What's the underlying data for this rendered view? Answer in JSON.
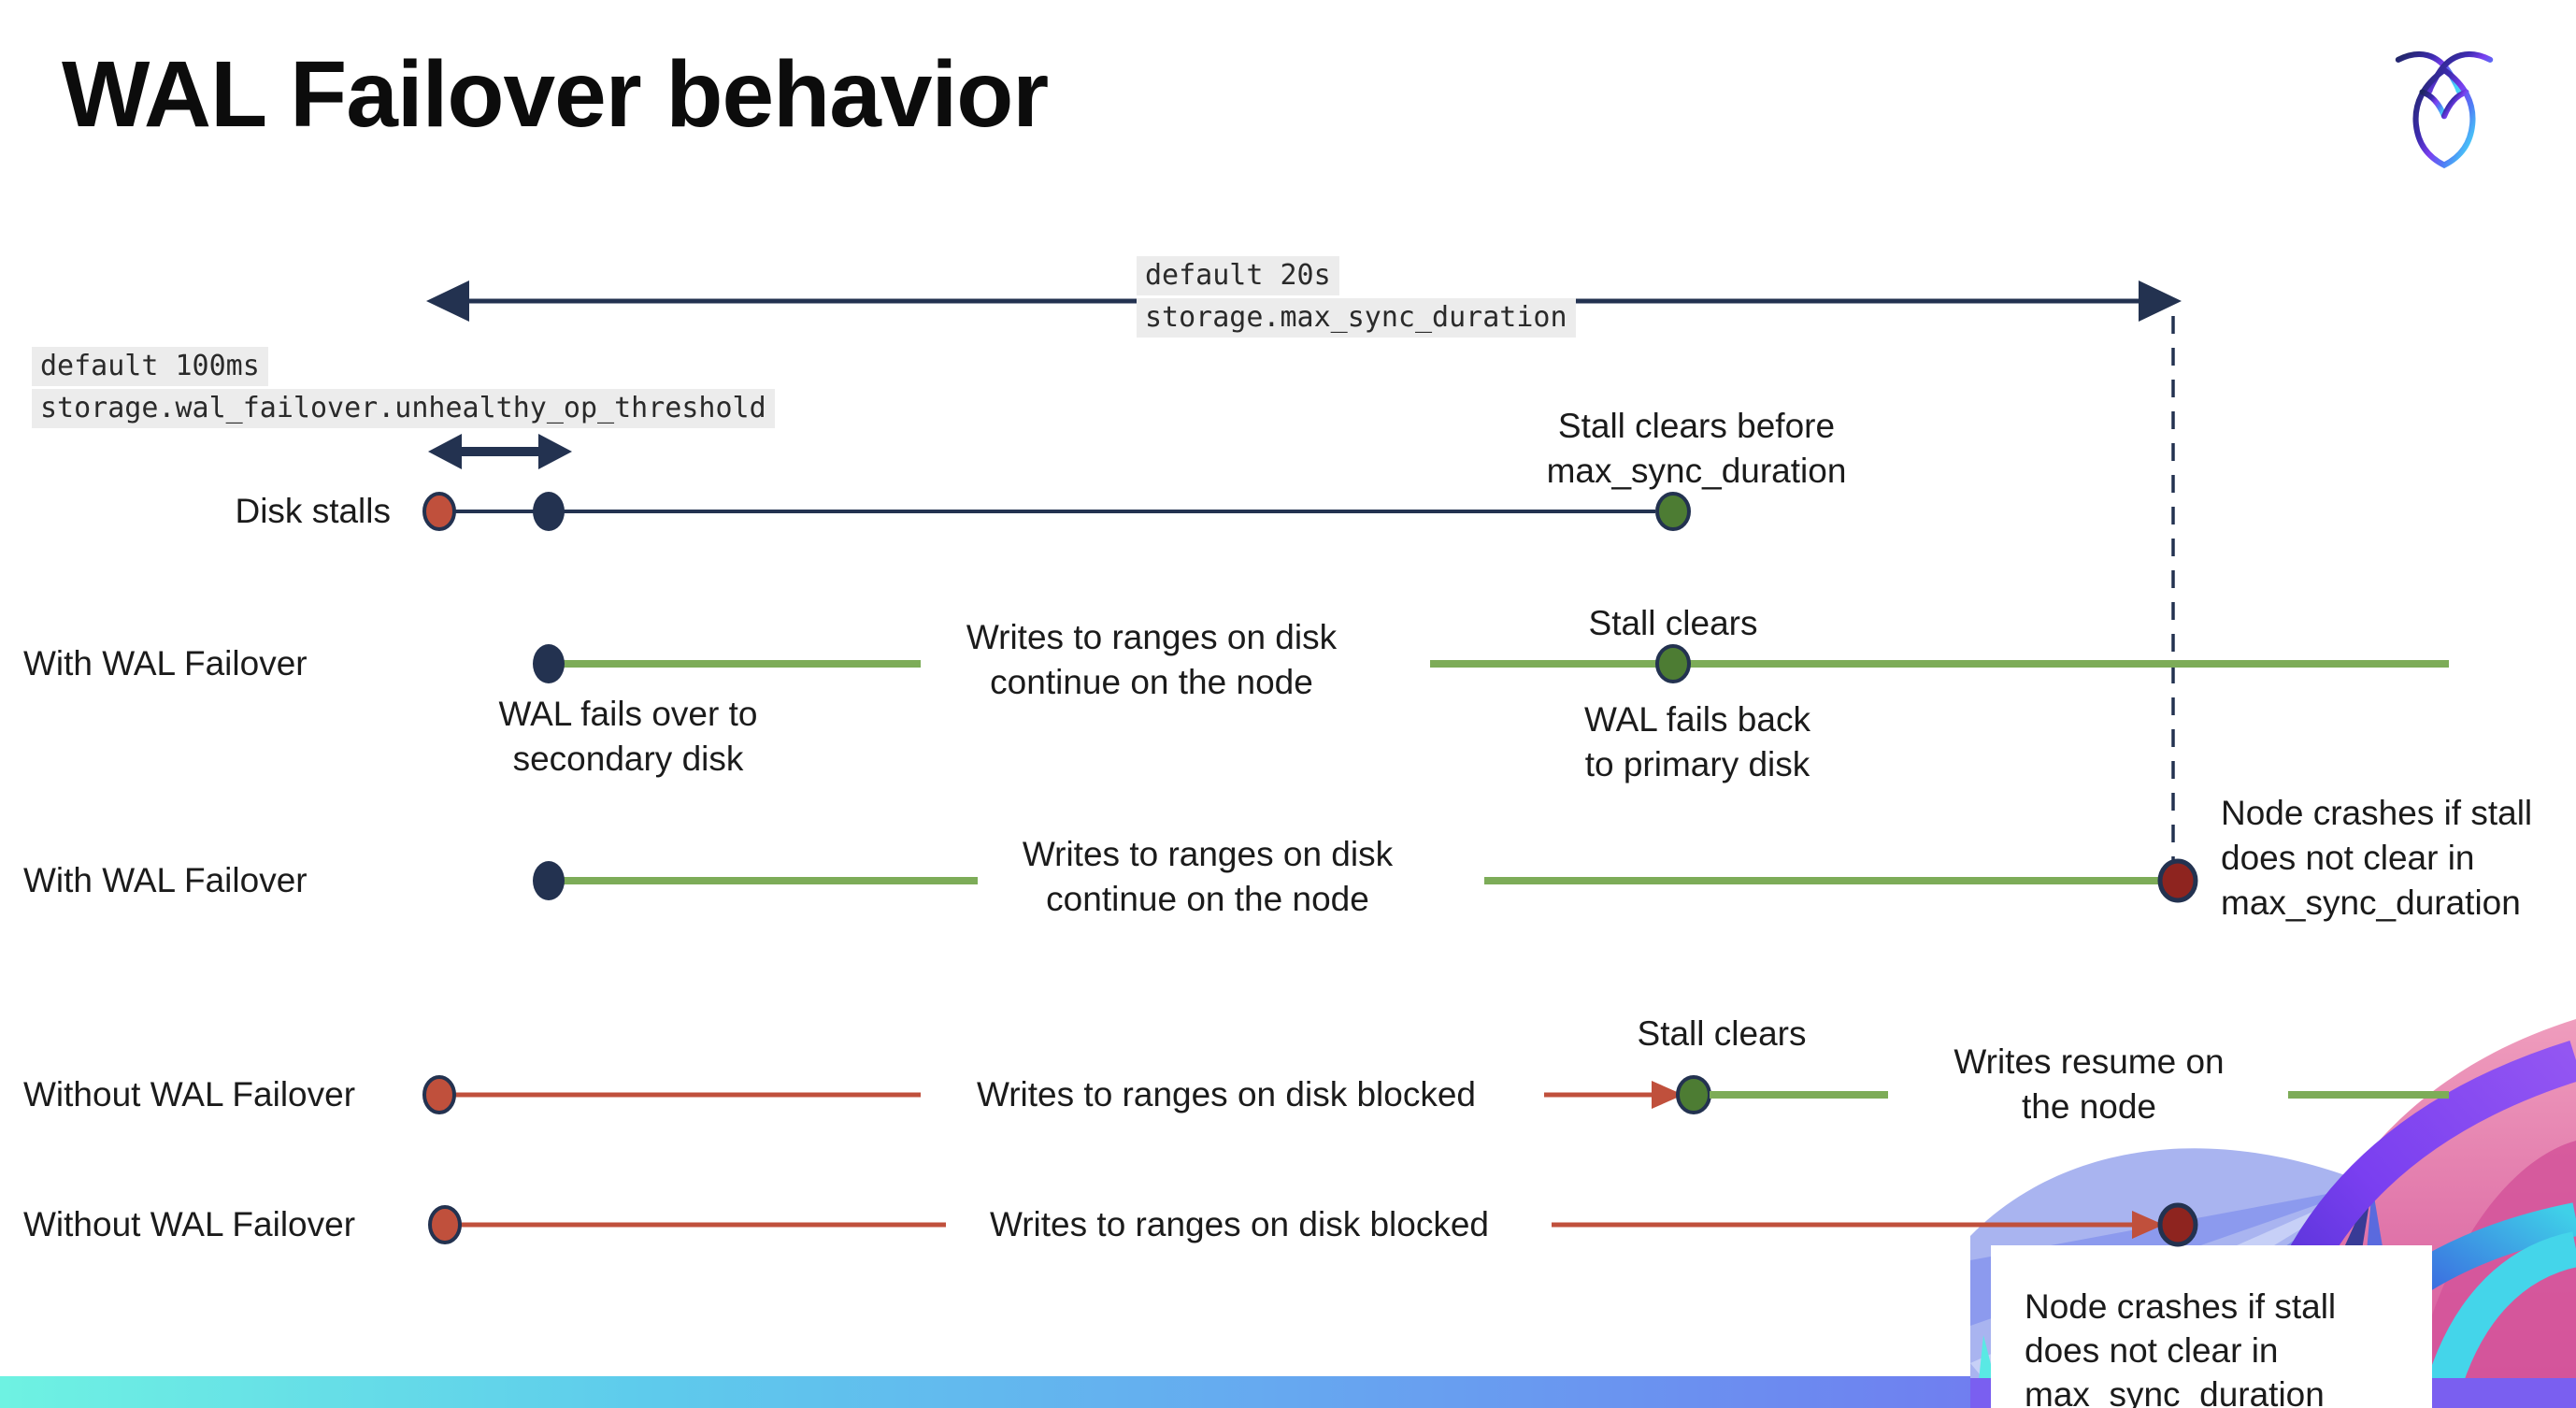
{
  "title": "WAL Failover behavior",
  "logo": {
    "name": "cockroachdb-logo"
  },
  "config_labels": {
    "max_sync": {
      "default": "default 20s",
      "setting": "storage.max_sync_duration"
    },
    "unhealthy_op": {
      "default": "default 100ms",
      "setting": "storage.wal_failover.unhealthy_op_threshold"
    }
  },
  "rows": [
    {
      "label": "Disk stalls",
      "note": "Stall clears before\nmax_sync_duration"
    },
    {
      "label": "With WAL Failover",
      "event_start": "WAL fails over to\nsecondary disk",
      "writes": "Writes to ranges on disk\ncontinue on the node",
      "stall": "Stall clears",
      "event_end": "WAL fails  back\nto primary disk"
    },
    {
      "label": "With WAL Failover",
      "writes": "Writes to ranges on disk\ncontinue on the node",
      "crash": "Node crashes if stall\ndoes not clear in\nmax_sync_duration"
    },
    {
      "label": "Without WAL Failover",
      "writes": "Writes to ranges on disk  blocked",
      "stall": "Stall clears",
      "resume": "Writes resume on\nthe node"
    },
    {
      "label": "Without WAL Failover",
      "writes": "Writes to ranges on disk  blocked",
      "crash": "Node crashes if stall\ndoes not clear in\nmax_sync_duration"
    }
  ],
  "colors": {
    "navy": "#233250",
    "green_line": "#7dac58",
    "green_dot": "#4d7c33",
    "red": "#c0503c",
    "maroon": "#8e241f",
    "label_bg": "#ececec",
    "strip_aqua": "#6ef2e2",
    "strip_purple": "#7e57e8"
  }
}
